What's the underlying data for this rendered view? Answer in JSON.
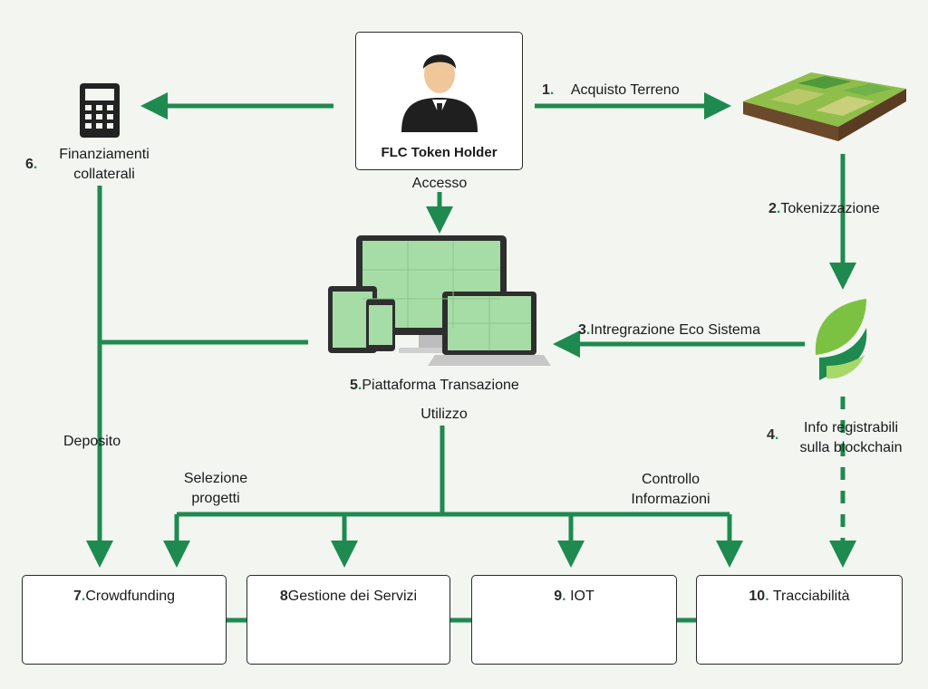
{
  "colors": {
    "accent": "#1e8a4f",
    "box_border": "#2a2a2a",
    "background": "#f3f5f1"
  },
  "holder": {
    "name": "FLC Token Holder",
    "icon": "businessman-icon"
  },
  "labels": {
    "accesso": "Accesso",
    "utilizzo": "Utilizzo",
    "deposito": "Deposito",
    "selezione": [
      "Selezione",
      "progetti"
    ],
    "controllo": [
      "Controllo",
      "Informazioni"
    ]
  },
  "steps": [
    {
      "num": "1",
      "dot": ".",
      "text": "Acquisto Terreno"
    },
    {
      "num": "2",
      "dot": ".",
      "text": "Tokenizzazione"
    },
    {
      "num": "3",
      "dot": ".",
      "text": "Intregrazione Eco Sistema"
    },
    {
      "num": "4",
      "dot": ".",
      "text": [
        "Info registrabili",
        "sulla blockchain"
      ]
    },
    {
      "num": "5",
      "dot": ".",
      "text": "Piattaforma Transazione"
    },
    {
      "num": "6",
      "dot": ".",
      "text": [
        "Finanziamenti",
        "collaterali"
      ]
    }
  ],
  "boxes": [
    {
      "num": "7",
      "dot": ".",
      "text": "Crowdfunding",
      "icon": "crowd-icon"
    },
    {
      "num": "8",
      "dot": "",
      "text": "Gestione dei Servizi",
      "icon": "gear-icon"
    },
    {
      "num": "9",
      "dot": ".",
      "text": "IOT",
      "icon": "wifi-signal-icon"
    },
    {
      "num": "10",
      "dot": ".",
      "text": "Tracciabilità",
      "icon": "tracking-icon"
    }
  ],
  "icons": [
    "calculator-icon",
    "land-plot-icon",
    "devices-icon",
    "leaf-logo-icon"
  ]
}
